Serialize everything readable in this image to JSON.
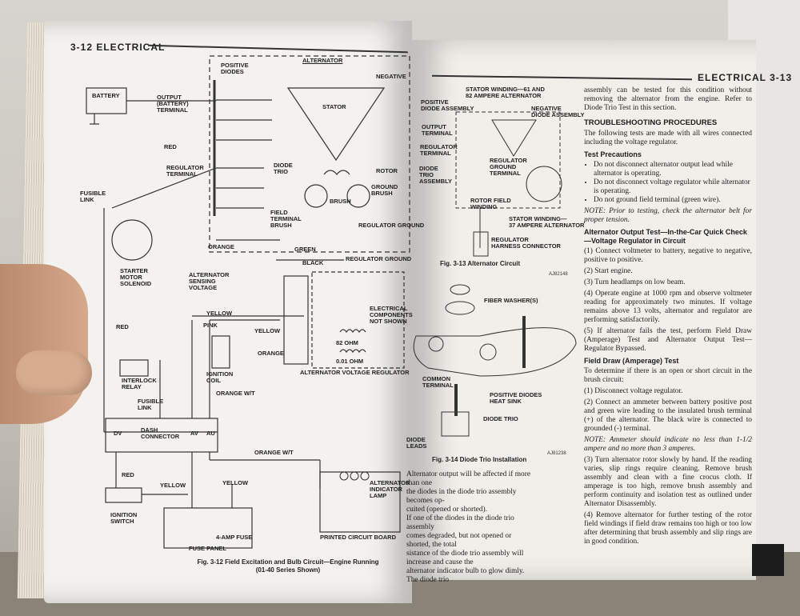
{
  "left_page": {
    "header": "3-12 ELECTRICAL",
    "fig_caption": "Fig. 3-12  Field Excitation and Bulb Circuit—Engine Running\n(01-40 Series Shown)",
    "labels": {
      "battery": "BATTERY",
      "positive_diodes": "POSITIVE\nDIODES",
      "alternator": "ALTERNATOR",
      "negative_diodes": "NEGATIVE",
      "output_terminal": "OUTPUT\n(BATTERY)\nTERMINAL",
      "stator": "STATOR",
      "red_top": "RED",
      "regulator_terminal": "REGULATOR\nTERMINAL",
      "diode_trio": "DIODE\nTRIO",
      "rotor": "ROTOR",
      "field_terminal_brush": "FIELD\nTERMINAL\nBRUSH",
      "brush": "BRUSH",
      "ground_brush": "GROUND\nBRUSH",
      "regulator_ground_small": "REGULATOR GROUND",
      "fusible_link": "FUSIBLE\nLINK",
      "starter_solenoid": "STARTER\nMOTOR\nSOLENOID",
      "orange_top": "ORANGE",
      "green": "GREEN",
      "regulator_ground": "REGULATOR GROUND",
      "black": "BLACK",
      "alternator_sensing": "ALTERNATOR\nSENSING\nVOLTAGE",
      "electrical_components": "ELECTRICAL\nCOMPONENTS\nNOT SHOWN",
      "yellow_top": "YELLOW",
      "red_mid": "RED",
      "pink": "PINK",
      "yellow_mid": "YELLOW",
      "ohm82": "82 OHM",
      "ohm001": "0.01 OHM",
      "orange_mid": "ORANGE",
      "alt_voltage_regulator": "ALTERNATOR VOLTAGE REGULATOR",
      "interlock_relay": "INTERLOCK\nRELAY",
      "ignition_coil": "IGNITION\nCOIL",
      "orange_wt": "ORANGE W/T",
      "fusible_link_2": "FUSIBLE\nLINK",
      "dv": "DV",
      "dash_connector": "DASH\nCONNECTOR",
      "av": "AV",
      "au": "AU",
      "orange_wt_2": "ORANGE W/T",
      "red_low": "RED",
      "yellow_low": "YELLOW",
      "yellow_low2": "YELLOW",
      "alt_indicator_lamp": "ALTERNATOR\nINDICATOR\nLAMP",
      "ignition_switch": "IGNITION\nSWITCH",
      "four_amp_fuse": "4-AMP FUSE",
      "fuse_panel": "FUSE PANEL",
      "printed_circuit": "PRINTED CIRCUIT BOARD"
    },
    "bottom_text": [
      "Alternator output will be affected if more than one",
      "the diodes in the diode trio assembly becomes op-",
      "cuited (opened or shorted).",
      "If one of the diodes in the diode trio assembly",
      "comes degraded, but not opened or shorted, the total",
      "sistance of the diode trio assembly will increase and cause the",
      "alternator indicator bulb to glow dimly. The diode trio"
    ]
  },
  "right_page": {
    "header": "ELECTRICAL 3-13",
    "fig13": {
      "labels": {
        "stator_winding_61": "STATOR WINDING—61 AND\n82 AMPERE ALTERNATOR",
        "positive_diode": "POSITIVE\nDIODE ASSEMBLY",
        "negative_diode": "NEGATIVE\nDIODE ASSEMBLY",
        "output_terminal": "OUTPUT\nTERMINAL",
        "regulator_terminal": "REGULATOR\nTERMINAL",
        "diode_trio": "DIODE\nTRIO\nASSEMBLY",
        "regulator_ground_terminal": "REGULATOR\nGROUND\nTERMINAL",
        "rotor_field": "ROTOR FIELD\nWINDING",
        "stator_winding_37": "STATOR WINDING—\n37 AMPERE ALTERNATOR",
        "regulator_harness": "REGULATOR\nHARNESS CONNECTOR"
      },
      "caption": "Fig. 3-13  Alternator Circuit",
      "code": "AJ82148"
    },
    "fig14": {
      "labels": {
        "fiber_washers": "FIBER WASHER(S)",
        "common_terminal": "COMMON\nTERMINAL",
        "positive_diodes_heatsink": "POSITIVE DIODES\nHEAT SINK",
        "diode_trio": "DIODE TRIO",
        "diode_leads": "DIODE\nLEADS"
      },
      "caption": "Fig. 3-14  Diode Trio Installation",
      "code": "AJ81238"
    },
    "text": {
      "p1": "assembly can be tested for this condition without removing the alternator from the engine. Refer to Diode Trio Test in this section.",
      "troubleshooting": "TROUBLESHOOTING PROCEDURES",
      "p2": "The following tests are made with all wires connected including the voltage regulator.",
      "test_precautions": "Test Precautions",
      "bullets": [
        "Do not disconnect alternator output lead while alternator is operating.",
        "Do not disconnect voltage regulator while alternator is operating.",
        "Do not ground field terminal (green wire)."
      ],
      "note1": "NOTE: Prior to testing, check the alternator belt for proper tension.",
      "output_test": "Alternator Output Test—In-the-Car Quick Check—Voltage Regulator in Circuit",
      "steps": [
        "(1) Connect voltmeter to battery, negative to negative, positive to positive.",
        "(2) Start engine.",
        "(3) Turn headlamps on low beam.",
        "(4) Operate engine at 1000 rpm and observe voltmeter reading for approximately two minutes. If voltage remains above 13 volts, alternator and regulator are performing satisfactorily.",
        "(5) If alternator fails the test, perform Field Draw (Amperage) Test and Alternator Output Test—Regulator Bypassed."
      ],
      "field_draw": "Field Draw (Amperage) Test",
      "p3": "To determine if there is an open or short circuit in the brush circuit:",
      "steps2": [
        "(1) Disconnect voltage regulator.",
        "(2) Connect an ammeter between battery positive post and green wire leading to the insulated brush terminal (+) of the alternator. The black wire is connected to grounded (-) terminal."
      ],
      "note2": "NOTE: Ammeter should indicate no less than 1-1/2 ampere and no more than 3 amperes.",
      "steps3": [
        "(3) Turn alternator rotor slowly by hand. If the reading varies, slip rings require cleaning. Remove brush assembly and clean with a fine crocus cloth. If amperage is too high, remove brush assembly and perform continuity and isolation test as outlined under Alternator Disassembly.",
        "(4) Remove alternator for further testing of the rotor field windings if field draw remains too high or too low after determining that brush assembly and slip rings are in good condition."
      ]
    }
  }
}
